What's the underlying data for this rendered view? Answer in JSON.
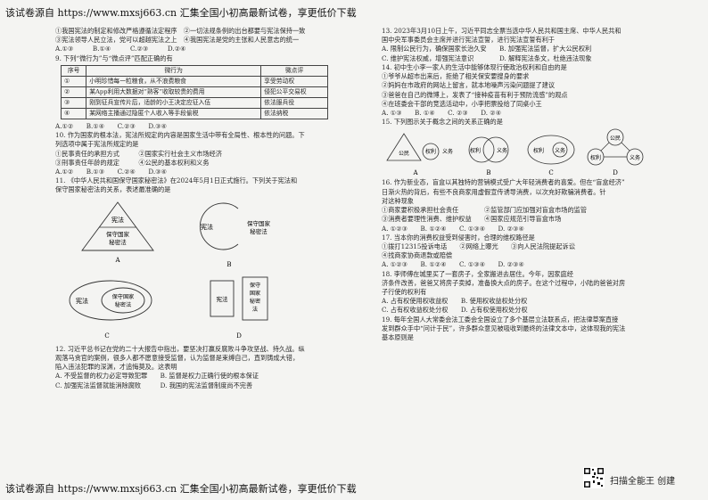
{
  "banner": {
    "top": "该试卷源自 https://www.mxsj663.cn 汇集全国小初高最新试卷，享更低价下载",
    "bottom": "该试卷源自 https://www.mxsj663.cn 汇集全国小初高最新试卷，享更低价下载"
  },
  "left": {
    "l1": "①我国宪法的制定和修改严格遵循法定程序　②一切法规条例的出台都要与宪法保持一致",
    "l2": "③宪法领导人民立法，党可以超越宪法之上　④我国宪法是党的主张和人民意志的统一",
    "l3": "A.①③　　　B.①④　　　C.②③　　　D.②④",
    "q9": "9. 下列“微行为”与“微点评”匹配正确的有",
    "table": {
      "headers": [
        "序号",
        "微行为",
        "微点评"
      ],
      "rows": [
        [
          "①",
          "小明珍惜每一粒粮食，从不浪费粮食",
          "享受劳动权"
        ],
        [
          "②",
          "某App利用大数据对“熟客”收取较贵的费用",
          "侵犯公平交易权"
        ],
        [
          "③",
          "刚到征兵宣传片后，适龄的小王决定应征入伍",
          "依法服兵役"
        ],
        [
          "④",
          "某网络主播通过隐匿个人收入等手段偷税",
          "依法纳税"
        ]
      ]
    },
    "q9opts": "A.①②　　B.①④　　C.②③　　D.③④",
    "q10a": "10. 作为国家的根本法，宪法所规定的内容是国家生活中带有全局性、根本性的问题。下",
    "q10b": "列选项中属于宪法所规定的是",
    "q10c": "①民事责任的承担方式　　　②国家实行社会主义市场经济",
    "q10d": "③刑事责任年龄的规定　　　④公民的基本权利和义务",
    "q10e": "A.①②　　B.①③　　C.②④　　D.③④",
    "q11a": "11. 《中华人民共和国保守国家秘密法》在2024年5月1日正式施行。下列关于宪法和",
    "q11b": "保守国家秘密法的关系，表述最准确的是",
    "figA": {
      "top": "宪法",
      "bottom1": "保守国家",
      "bottom2": "秘密法",
      "label": "A"
    },
    "figB": {
      "outer": "宪法",
      "inner1": "保守国家",
      "inner2": "秘密法",
      "label": "B"
    },
    "figC": {
      "outer": "宪法",
      "inner1": "保守国家",
      "inner2": "秘密法",
      "label": "C"
    },
    "figD": {
      "a": "宪法",
      "b1": "保守",
      "b2": "国家",
      "b3": "秘密",
      "b4": "法",
      "label": "D"
    },
    "q12a": "12. 习近平总书记在党的二十大报告中指出，要坚决打赢反腐败斗争攻坚战、持久战。纵",
    "q12b": "观落马贪官的案例，很多人都不愿意接受监督，认为监督是束缚自己，直到铸成大错，",
    "q12c": "陷入违法犯罪的深渊，才追悔莫及。这表明",
    "q12d": "A. 不受监督的权力必定导致犯罪　　B. 监督是权力正确行使的根本保证",
    "q12e": "C. 加强宪法监督就能消除腐败　　　D. 我国的宪法监督制度尚不完善"
  },
  "right": {
    "q13a": "13. 2023年3月10日上午，习近平同志全票当选中华人民共和国主席、中华人民共和",
    "q13b": "国中央军事委员会主席并进行宪法宣誓，进行宪法宣誓有利于",
    "q13c": "A. 限制公民行为，确保国家长治久安　　B. 加强宪法监督，扩大公民权利",
    "q13d": "C. 维护宪法权威，增强宪法意识　　　　D. 解释宪法条文，杜绝违法现象",
    "q14a": "14. 初中生小李一家人的生活中能够体现行使政治权利和自由的是",
    "q14b": "①爷爷从超市出来后，拒绝了相关保安要搜身的要求",
    "q14c": "②妈妈在市政府的网站上留言，就本地噪声污染问题提了建议",
    "q14d": "③爸爸在自己的微博上，发表了“接种疫苗有利于预防流感”的观点",
    "q14e": "④在班委会干部的竞选活动中，小李把票投给了同桌小王",
    "q14f": "A. ①③　　B. ①④　　C. ②③　　D. ②④",
    "q15": "15. 下列图示关于概念之间的关系正确的是",
    "f15A": {
      "a": "公民",
      "b": "权利",
      "c": "义务",
      "label": "A"
    },
    "f15B": {
      "a": "权利",
      "b": "义务",
      "label": "B"
    },
    "f15C": {
      "a": "权利",
      "b": "义务",
      "label": "C"
    },
    "f15D": {
      "a": "公民",
      "b": "权利",
      "c": "义务",
      "label": "D"
    },
    "q16a": "16. 作为新业态，盲盒以其独特的营销模式受广大年轻消费者的喜爱。但在“盲盒经济”",
    "q16b": "日渐火热的背后，有些不良商家用虚假宣传诱导消费，以次充好欺骗消费者。针",
    "q16c": "对这种现象",
    "q16d": "①商家要积极承担社会责任　　　　②监管部门应加强对盲盒市场的监管",
    "q16e": "③消费者要理性消费、维护权益　　④国家应规范引导盲盒市场",
    "q16f": "A. ①②③　　B. ①②④　　C. ①③④　　D. ②③④",
    "q17": "17. 当本你的消费权益受到侵害时，合理的维权路径是",
    "q17a": "①拨打12315投诉电话　　②网络上曝光　　③向人民法院提起诉讼",
    "q17b": "④找商家协商退款或赔偿",
    "q17c": "A. ①②③　　B. ①②④　　C. ①③④　　D. ②③④",
    "q18a": "18. 李师傅在城里买了一套房子，全家搬进去居住。今年，因家庭经",
    "q18b": "济条件改善，爸爸又将房子卖掉，准备换大点的房子。在这个过程中，小陆的爸爸对房",
    "q18c": "子行使的权利有",
    "q18d": "A. 占有权使用权收益权　　B. 使用权收益权处分权",
    "q18e": "C. 占有权收益权处分权　　D. 占有权使用权处分权",
    "q19a": "19. 每年全国人大常委会法工委会全国设立了多个基层立法联系点，把法律草案直接",
    "q19b": "发到群众手中“问计于民”，许多群众意见被吸收到最终的法律文本中，这体现我的宪法",
    "q19c": "基本原则是"
  },
  "footer": {
    "scan": "扫描全能王 创建"
  }
}
